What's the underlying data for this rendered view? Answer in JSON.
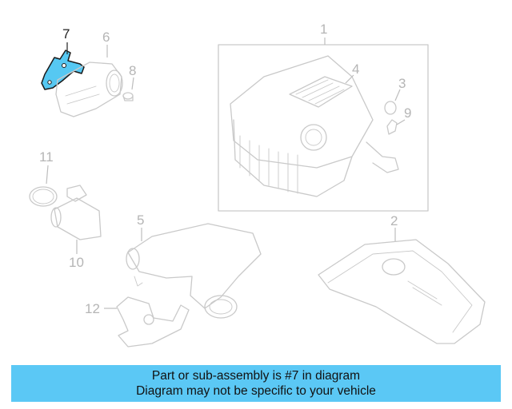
{
  "callouts": {
    "c1": "1",
    "c2": "2",
    "c3": "3",
    "c4": "4",
    "c5": "5",
    "c6": "6",
    "c7": "7",
    "c8": "8",
    "c9": "9",
    "c10": "10",
    "c11": "11",
    "c12": "12"
  },
  "highlight_part": "7",
  "colors": {
    "highlight_fill": "#56c8f2",
    "banner_bg": "#5bc8f5",
    "line_art": "#c9c9c9"
  },
  "banner": {
    "line1": "Part or sub-assembly is #7 in diagram",
    "line2": "Diagram may not be specific to your vehicle"
  }
}
